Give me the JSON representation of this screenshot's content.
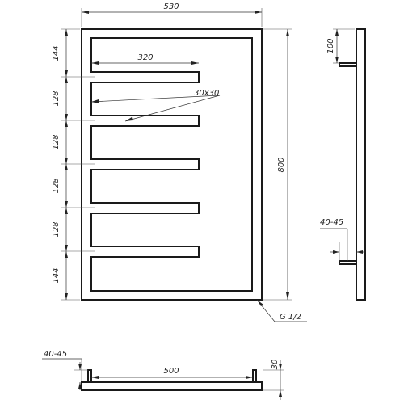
{
  "front_view": {
    "overall_width": "530",
    "overall_height": "800",
    "bar_length": "320",
    "profile_section": "30x30",
    "spacings": [
      "144",
      "128",
      "128",
      "128",
      "128",
      "144"
    ],
    "connection_thread": "G 1/2"
  },
  "side_view": {
    "top_offset": "100",
    "wall_gap": "40-45"
  },
  "bottom_view": {
    "wall_gap": "40-45",
    "connection_distance": "500",
    "depth": "30"
  }
}
